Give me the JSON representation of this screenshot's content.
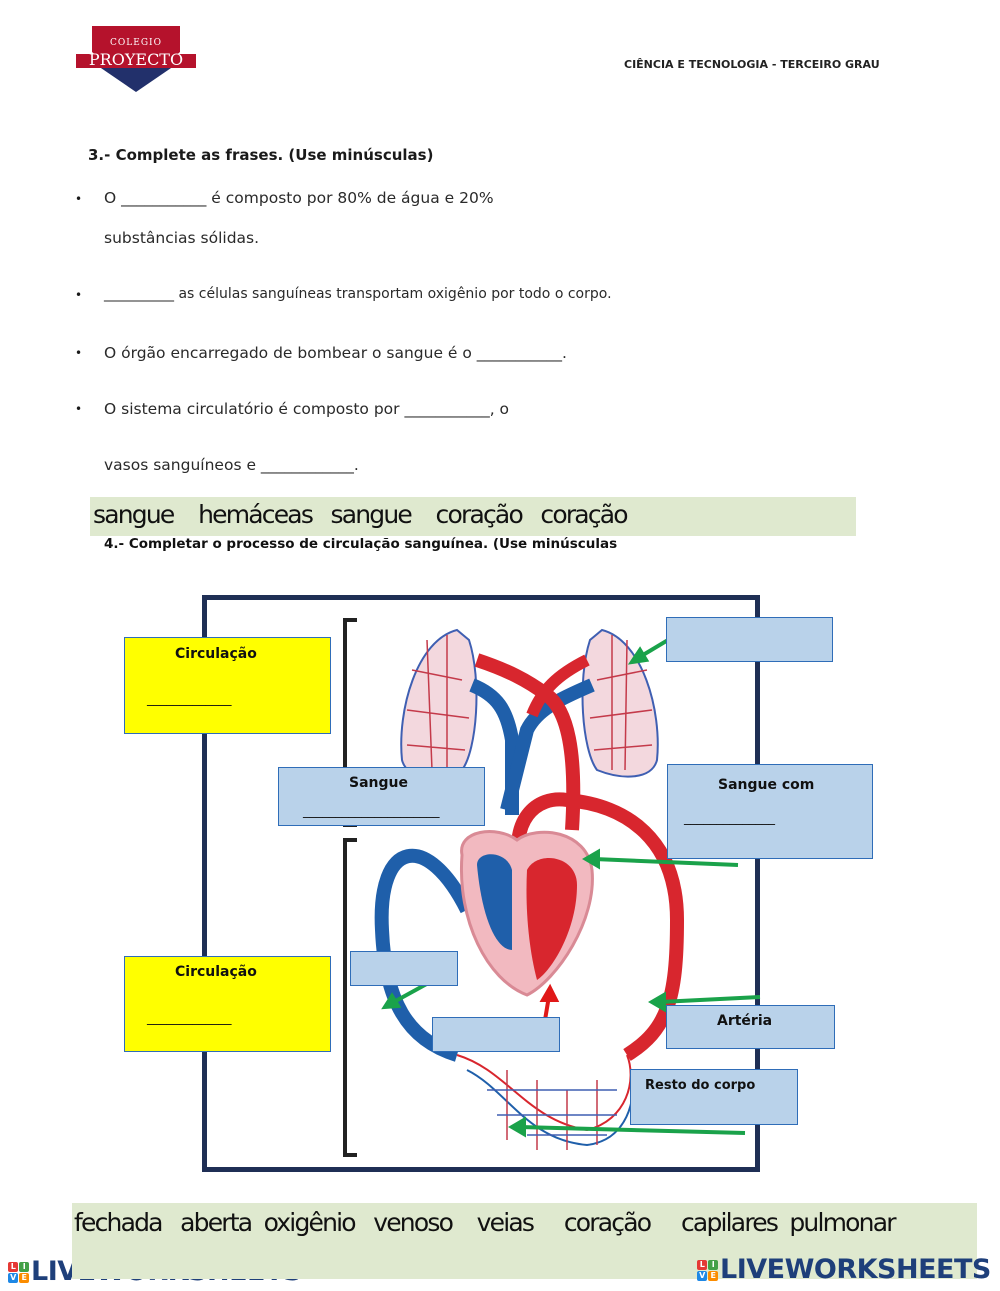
{
  "header": {
    "logo_line1": "COLEGIO",
    "logo_line2": "PROYECTO",
    "subject": "CIÊNCIA E TECNOLOGIA - TERCEIRO GRAU"
  },
  "question3": {
    "title": "3.- Complete as frases. (Use minúsculas)",
    "bullet_symbol": "•",
    "items": [
      "O ___________ é composto por 80% de água e 20%",
      "substâncias sólidas.",
      "__________ as células sanguíneas transportam oxigênio por todo o corpo.",
      "O órgão encarregado de bombear o sangue é o ___________.",
      "O sistema circulatório é composto por ___________, o",
      "vasos sanguíneos e ____________."
    ],
    "word_bank": "sangue    hemáceas   sangue    coração   coração"
  },
  "question4": {
    "title": "4.- Completar o processo de circulação sanguínea. (Use minúsculas",
    "labels": {
      "circ_top_title": "Circulação",
      "circ_top_blank": "_____________",
      "sangue_title": "Sangue",
      "sangue_blank": "_____________________",
      "sangue_com_title": "Sangue com",
      "sangue_com_blank": "______________",
      "circ_bottom_title": "Circulação",
      "circ_bottom_blank": "_____________",
      "arteria": "Artéria",
      "resto_do_corpo": "Resto do corpo"
    },
    "word_bank": "fechada   aberta  oxigênio   venoso    veias     coração     capilares  pulmonar"
  },
  "footer": {
    "brand": "LIVEWORKSHEETS",
    "icon_letters": [
      "L",
      "I",
      "V",
      "E"
    ]
  },
  "colors": {
    "yellow_box": "#ffff00",
    "blue_box": "#b9d2ea",
    "word_bank_bg": "#dfe9cf",
    "artery_red": "#d8262e",
    "vein_blue": "#1f5faa",
    "arrow_green": "#1aa24a",
    "frame": "#1f2f55",
    "brand_blue": "#1e3f7a"
  }
}
